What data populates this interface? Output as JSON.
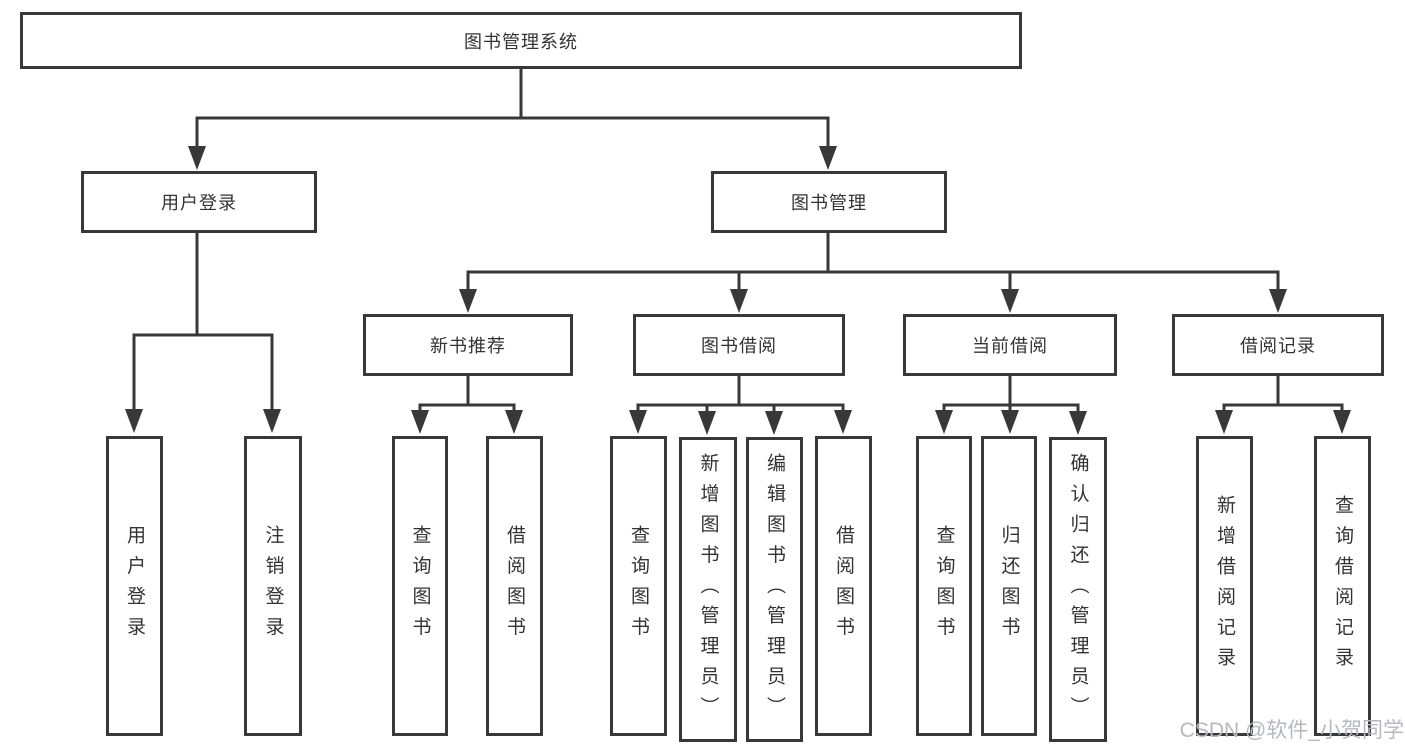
{
  "watermark": "CSDN @软件_小贺同学",
  "colors": {
    "line": "#383838",
    "node_border": "#383838",
    "node_text": "#333333",
    "watermark_gray": "#b5b9bf",
    "background": "#ffffff"
  },
  "tree": {
    "label": "图书管理系统",
    "children": [
      {
        "label": "用户登录",
        "children": [
          {
            "label": "用户登录"
          },
          {
            "label": "注销登录"
          }
        ]
      },
      {
        "label": "图书管理",
        "children": [
          {
            "label": "新书推荐",
            "children": [
              {
                "label": "查询图书"
              },
              {
                "label": "借阅图书"
              }
            ]
          },
          {
            "label": "图书借阅",
            "children": [
              {
                "label": "查询图书"
              },
              {
                "label": "新增图书（管理员）"
              },
              {
                "label": "编辑图书（管理员）"
              },
              {
                "label": "借阅图书"
              }
            ]
          },
          {
            "label": "当前借阅",
            "children": [
              {
                "label": "查询图书"
              },
              {
                "label": "归还图书"
              },
              {
                "label": "确认归还（管理员）"
              }
            ]
          },
          {
            "label": "借阅记录",
            "children": [
              {
                "label": "新增借阅记录"
              },
              {
                "label": "查询借阅记录"
              }
            ]
          }
        ]
      }
    ]
  }
}
